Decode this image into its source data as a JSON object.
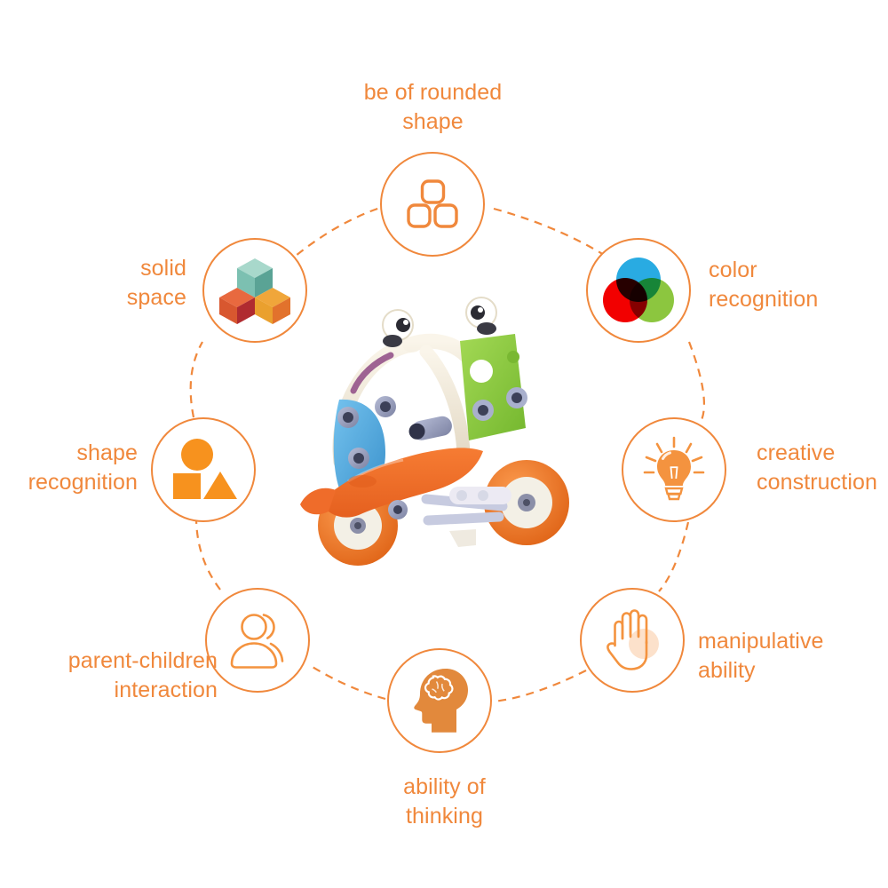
{
  "graphic": {
    "kind": "octagonal-feature-diagram",
    "accent_color": "#f0883c",
    "background": "#ffffff",
    "center_subject": "toy-building-block-motorcycle"
  },
  "features": [
    {
      "id": "rounded-shape",
      "label": "be of rounded\nshape",
      "icon": "rounded-blocks-icon",
      "icon_style": "outline",
      "position": "top"
    },
    {
      "id": "color-recognition",
      "label": "color\nrecognition",
      "icon": "rgb-venn-circles-icon",
      "icon_style": "filled-color",
      "position": "top-right",
      "icon_colors": {
        "blue": "#29abe2",
        "red": "#f20000",
        "green": "#8cc63f"
      }
    },
    {
      "id": "creative-construction",
      "label": "creative\nconstruction",
      "icon": "lightbulb-icon",
      "icon_style": "filled",
      "position": "right"
    },
    {
      "id": "manipulative-ability",
      "label": "manipulative\nability",
      "icon": "hand-icon",
      "icon_style": "outline",
      "position": "bottom-right"
    },
    {
      "id": "ability-of-thinking",
      "label": "ability of\nthinking",
      "icon": "head-brain-icon",
      "icon_style": "filled",
      "position": "bottom"
    },
    {
      "id": "parent-children-interaction",
      "label": "parent-children\ninteraction",
      "icon": "two-people-icon",
      "icon_style": "outline",
      "position": "bottom-left"
    },
    {
      "id": "shape-recognition",
      "label": "shape\nrecognition",
      "icon": "circle-square-triangle-icon",
      "icon_style": "filled",
      "position": "left"
    },
    {
      "id": "solid-space",
      "label": "solid\nspace",
      "icon": "isometric-cubes-icon",
      "icon_style": "filled-color",
      "position": "top-left",
      "icon_colors": {
        "top_cube": "#8cc9bb",
        "left_cube": "#e2603c",
        "right_cube": "#eda02e"
      }
    }
  ],
  "product": {
    "name": "toy-motorcycle",
    "colors": {
      "body": "#ef6c2a",
      "panel": "#8cc63f",
      "fender": "#4aa8e0",
      "arch": "#f2ebdc",
      "bolt": "#9aa0bd",
      "wheel": "#f08030",
      "hub": "#f2f0e8"
    }
  }
}
